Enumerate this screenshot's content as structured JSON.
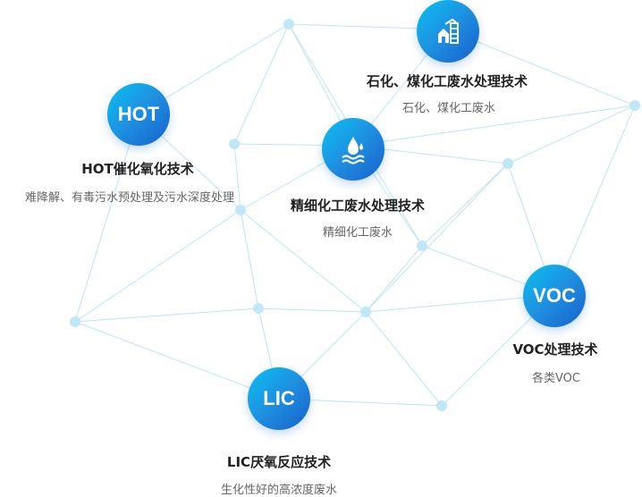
{
  "nodes": [
    {
      "id": "hot",
      "abbr": "HOT",
      "title": "HOT催化氧化技术",
      "desc": "难降解、有毒污水预处理及污水深度处理"
    },
    {
      "id": "petro",
      "icon": "building-icon",
      "title": "石化、煤化工废水处理技术",
      "desc": "石化、煤化工废水"
    },
    {
      "id": "fine",
      "icon": "water-drop-icon",
      "title": "精细化工废水处理技术",
      "desc": "精细化工废水"
    },
    {
      "id": "voc",
      "abbr": "VOC",
      "title": "VOC处理技术",
      "desc": "各类VOC"
    },
    {
      "id": "lic",
      "abbr": "LIC",
      "title": "LIC厌氧反应技术",
      "desc": "生化性好的高浓度废水"
    }
  ],
  "colors": {
    "line": "#bfe4f4",
    "dot": "#bfe7f8",
    "circle_start": "#0ac0f2",
    "circle_end": "#1660cc"
  }
}
